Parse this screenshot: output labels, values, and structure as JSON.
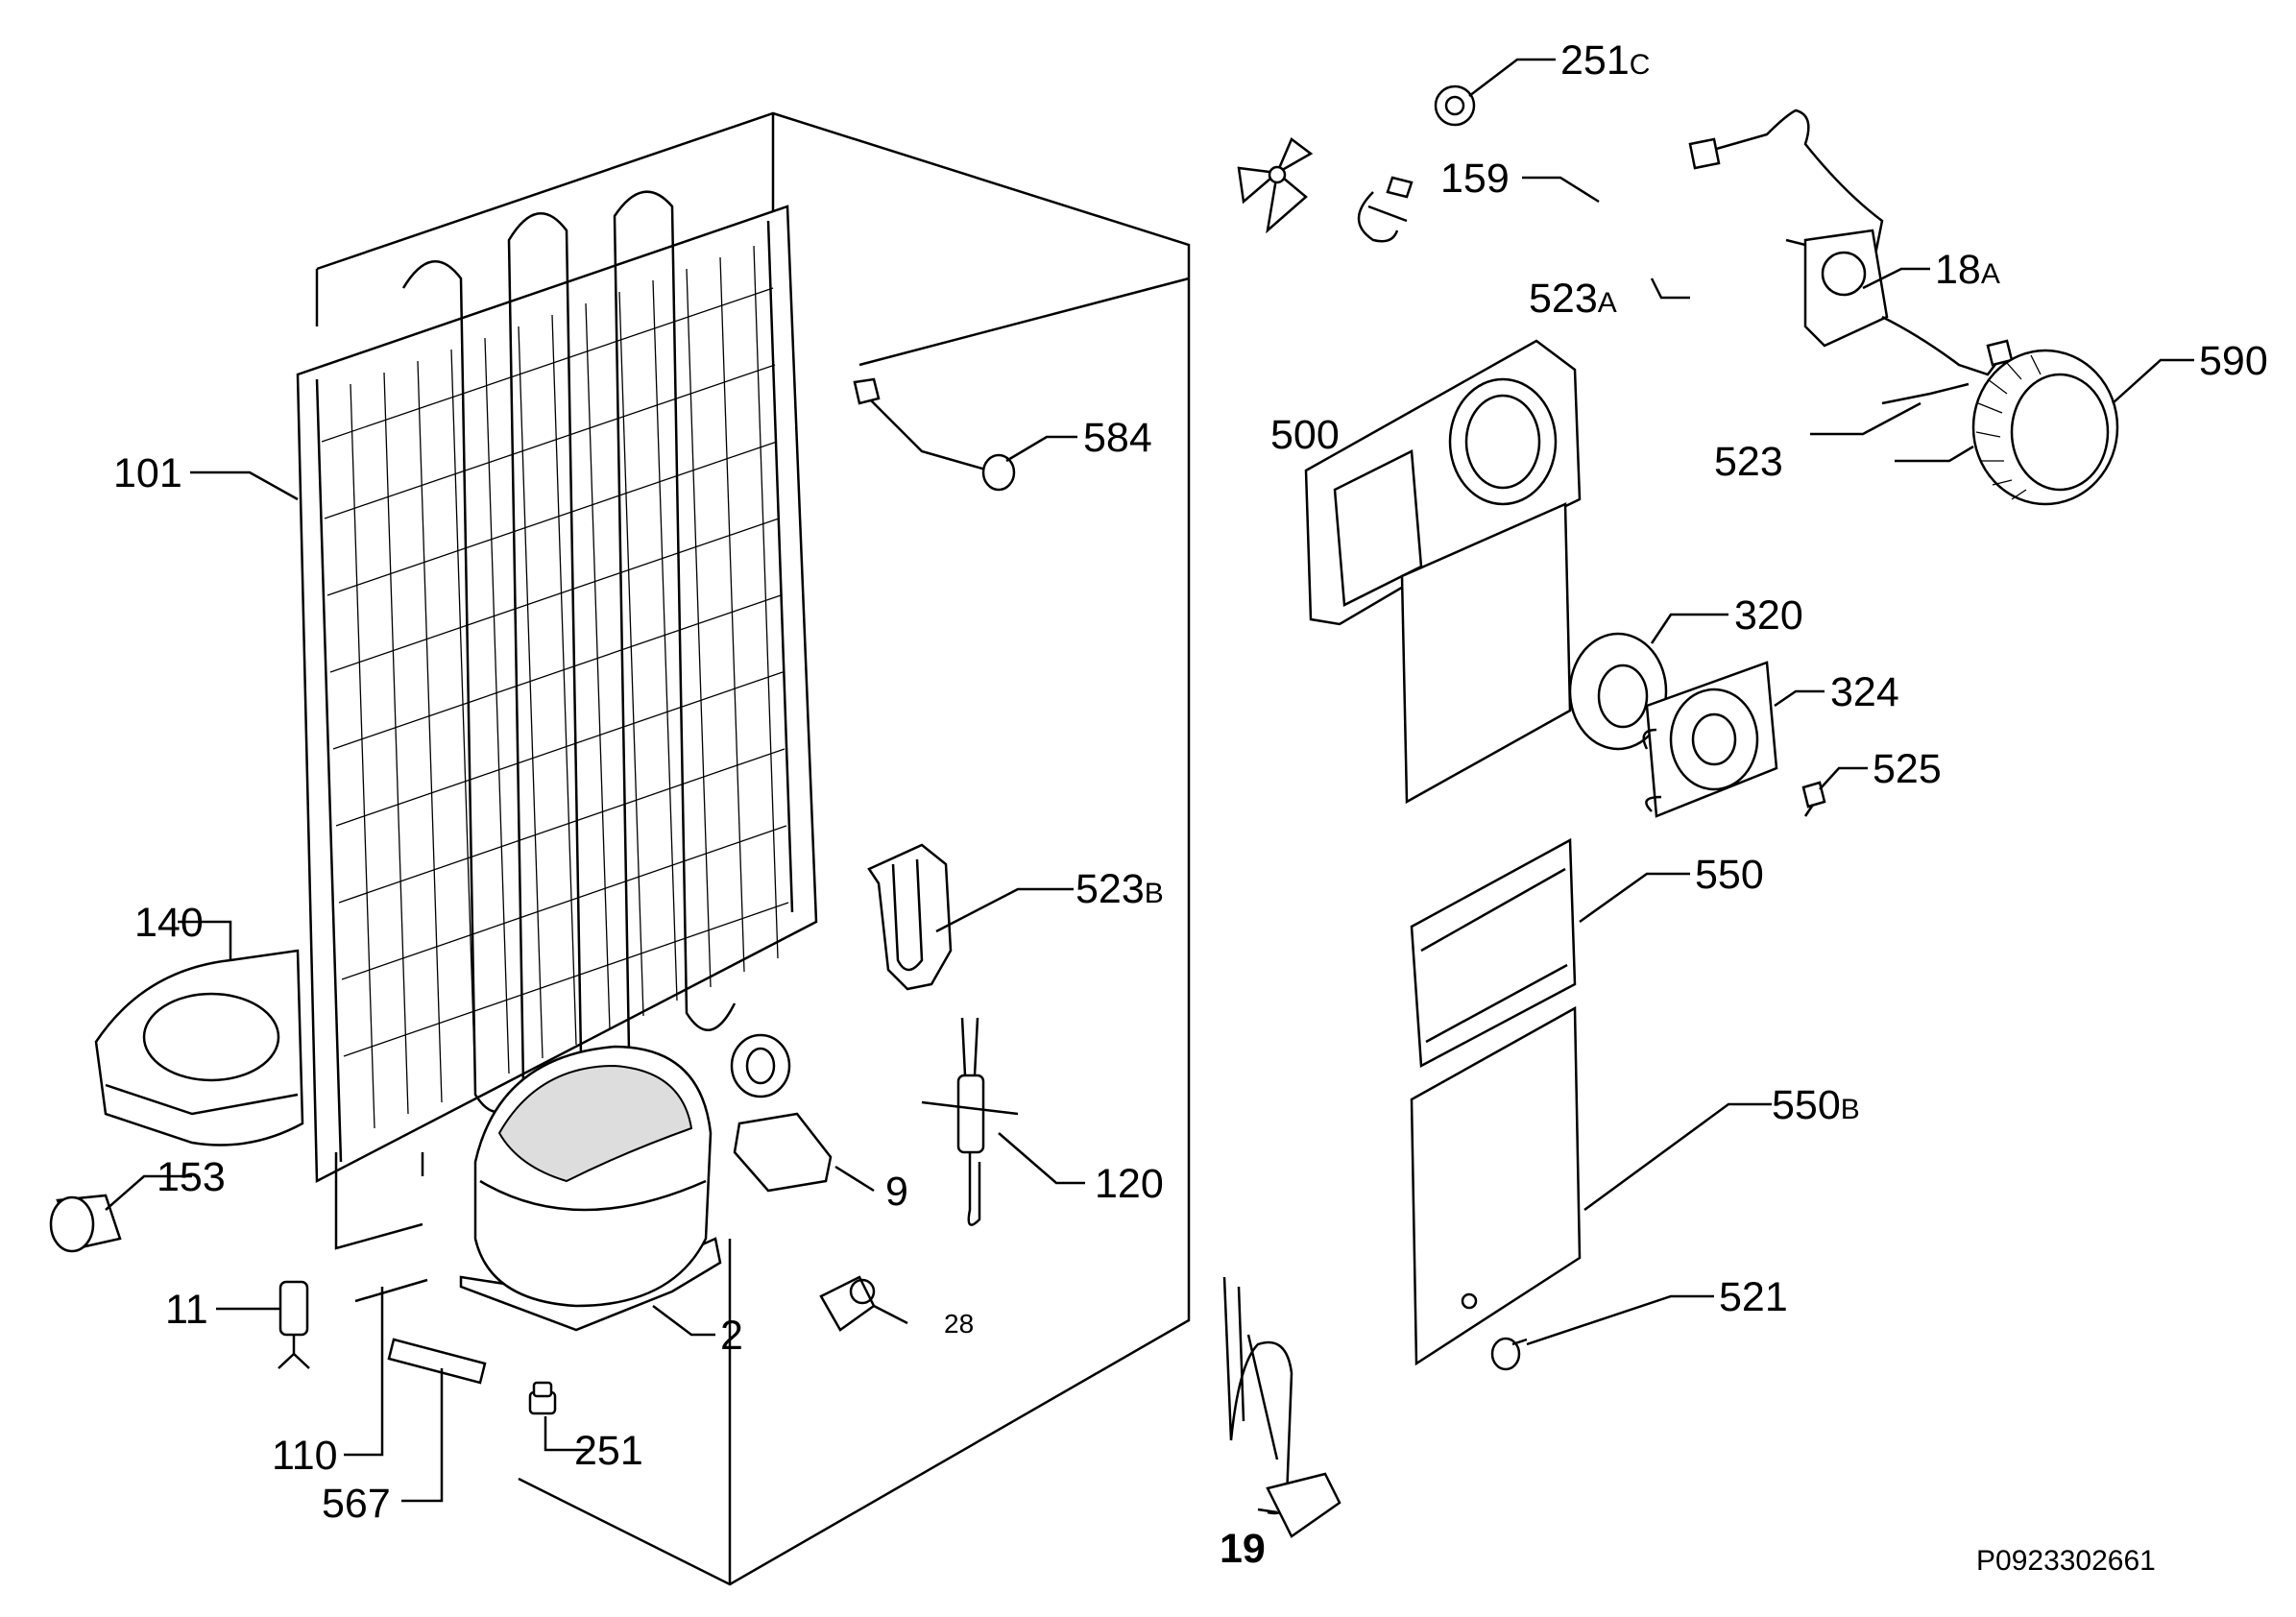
{
  "labels": {
    "p101": "101",
    "p140": "140",
    "p153": "153",
    "p11": "11",
    "p110": "110",
    "p567": "567",
    "p251": "251",
    "p2": "2",
    "p28": "28",
    "p9": "9",
    "p120": "120",
    "p523b_num": "523",
    "p523b_suf": "B",
    "p584": "584",
    "p19": "19",
    "p251c_num": "251",
    "p251c_suf": "C",
    "p159": "159",
    "p523a_num": "523",
    "p523a_suf": "A",
    "p18a_num": "18",
    "p18a_suf": "A",
    "p500": "500",
    "p590": "590",
    "p523": "523",
    "p320": "320",
    "p324": "324",
    "p525": "525",
    "p550": "550",
    "p550b_num": "550",
    "p550b_suf": "B",
    "p521": "521"
  },
  "drawing_code": "P0923302661"
}
